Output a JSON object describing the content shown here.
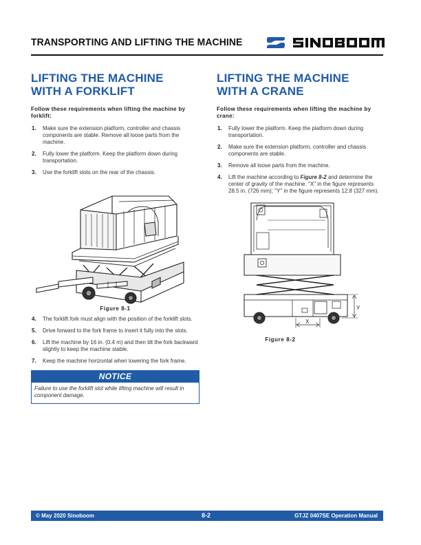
{
  "header": {
    "title": "TRANSPORTING AND LIFTING THE MACHINE",
    "logo_text": "SINOBOOM"
  },
  "left": {
    "title_line1": "LIFTING THE MACHINE",
    "title_line2": "WITH A FORKLIFT",
    "intro": "Follow these requirements when lifting the machine by forklift:",
    "steps_a": [
      {
        "num": "1.",
        "text": "Make sure the extension platform, controller and chassis components are stable. Remove all loose parts from the machine."
      },
      {
        "num": "2.",
        "text": "Fully lower the platform. Keep the platform down during transportation."
      },
      {
        "num": "3.",
        "text": "Use the forklift slots on the rear of the chassis."
      }
    ],
    "figure_caption": "Figure 8-1",
    "steps_b": [
      {
        "num": "4.",
        "text": "The forklift fork must align with the position of the forklift slots."
      },
      {
        "num": "5.",
        "text": "Drive forward to the fork frame to insert it fully into the slots."
      },
      {
        "num": "6.",
        "text": "Lift the machine by 16 in. (0.4 m) and then tilt the fork backward slightly to keep the machine stable."
      },
      {
        "num": "7.",
        "text": "Keep the machine horizontal when lowering the fork frame."
      }
    ],
    "notice": {
      "heading": "NOTICE",
      "text": "Failure to use the forklift slot while lifting machine will result in component damage."
    }
  },
  "right": {
    "title_line1": "LIFTING THE MACHINE",
    "title_line2": "WITH A CRANE",
    "intro": "Follow these requirements when lifting the machine by crane:",
    "steps": [
      {
        "num": "1.",
        "text": "Fully lower the platform. Keep the platform down during transportation."
      },
      {
        "num": "2.",
        "text": "Make sure the extension platform, controller and chassis components are stable."
      },
      {
        "num": "3.",
        "text": "Remove all loose parts from the machine."
      }
    ],
    "step4": {
      "num": "4.",
      "text_before": "Lift the machine according to ",
      "ref": "Figure 8-2",
      "text_after": " and determine the center of gravity of the machine. \"X\" in the figure represents 28.5 in. (726 mm); \"Y\" in the figure represents 12.8 (327 mm)."
    },
    "figure_caption": "Figure 8-2",
    "dim_x": "X",
    "dim_y": "Y"
  },
  "footer": {
    "left": "© May 2020 Sinoboom",
    "center": "8-2",
    "right": "GTJZ 0407SE Operation Manual"
  },
  "colors": {
    "brand_blue": "#1f5ba7"
  }
}
